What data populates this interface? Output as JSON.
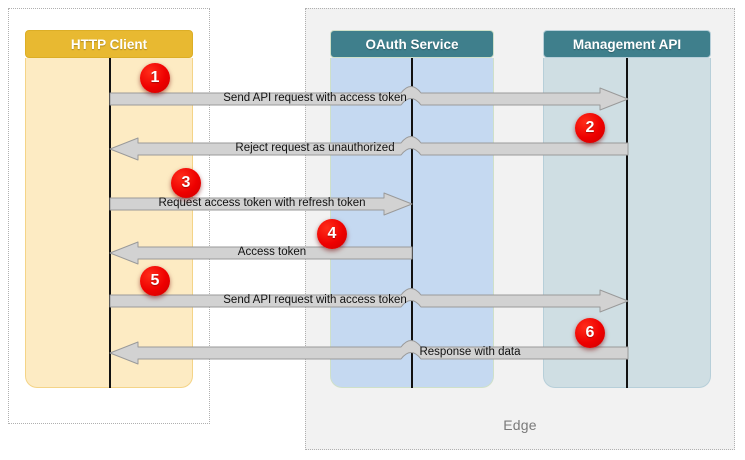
{
  "diagram": {
    "type": "sequence-diagram",
    "regions": [
      {
        "id": "client-region",
        "label": ""
      },
      {
        "id": "edge-region",
        "label": "Edge"
      }
    ],
    "participants": [
      {
        "id": "http-client",
        "label": "HTTP Client",
        "header_color": "#e8b931",
        "body_color": "#fdebc3"
      },
      {
        "id": "oauth-service",
        "label": "OAuth Service",
        "header_color": "#3f7f8c",
        "body_color": "#c5d9f1"
      },
      {
        "id": "management-api",
        "label": "Management API",
        "header_color": "#3f7f8c",
        "body_color": "#cfdee3"
      }
    ],
    "messages": [
      {
        "step": "1",
        "label": "Send API request with access token",
        "from": "http-client",
        "to": "management-api",
        "direction": "right"
      },
      {
        "step": "2",
        "label": "Reject request as unauthorized",
        "from": "management-api",
        "to": "http-client",
        "direction": "left"
      },
      {
        "step": "3",
        "label": "Request access token with refresh token",
        "from": "http-client",
        "to": "oauth-service",
        "direction": "right"
      },
      {
        "step": "4",
        "label": "Access token",
        "from": "oauth-service",
        "to": "http-client",
        "direction": "left"
      },
      {
        "step": "5",
        "label": "Send API request with access token",
        "from": "http-client",
        "to": "management-api",
        "direction": "right"
      },
      {
        "step": "6",
        "label": "Response with data",
        "from": "management-api",
        "to": "http-client",
        "direction": "left"
      }
    ],
    "badges": [
      "1",
      "2",
      "3",
      "4",
      "5",
      "6"
    ],
    "colors": {
      "badge": "#ee0000",
      "arrow_fill": "#d2d2d2",
      "arrow_stroke": "#9a9a9a",
      "lifeline": "#111111",
      "edge_background": "#f2f2f2",
      "region_border": "#b0b0b0",
      "edge_label": "#7a7a7a"
    }
  }
}
